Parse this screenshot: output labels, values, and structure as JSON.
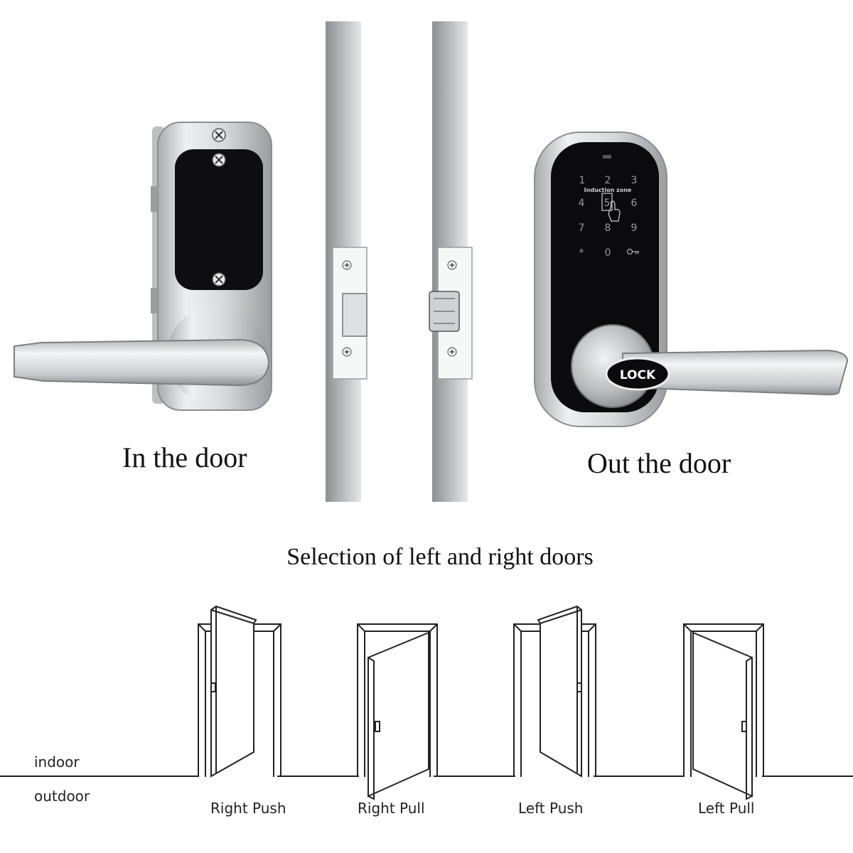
{
  "captions": {
    "inside": "In the door",
    "outside": "Out the door",
    "section_title": "Selection of left and right doors"
  },
  "keypad": {
    "zone_label": "Induction zone",
    "keys": [
      "1",
      "2",
      "3",
      "4",
      "5",
      "6",
      "7",
      "8",
      "9",
      "*",
      "0"
    ],
    "lock_button": "LOCK"
  },
  "sides": {
    "indoor": "indoor",
    "outdoor": "outdoor"
  },
  "door_types": [
    "Right Push",
    "Right Pull",
    "Left Push",
    "Left Pull"
  ],
  "colors": {
    "keypad_panel": "#0b0b0d",
    "metal": "#c8c9cb",
    "door_edge": "#9fa1a4",
    "line": "#222222"
  }
}
